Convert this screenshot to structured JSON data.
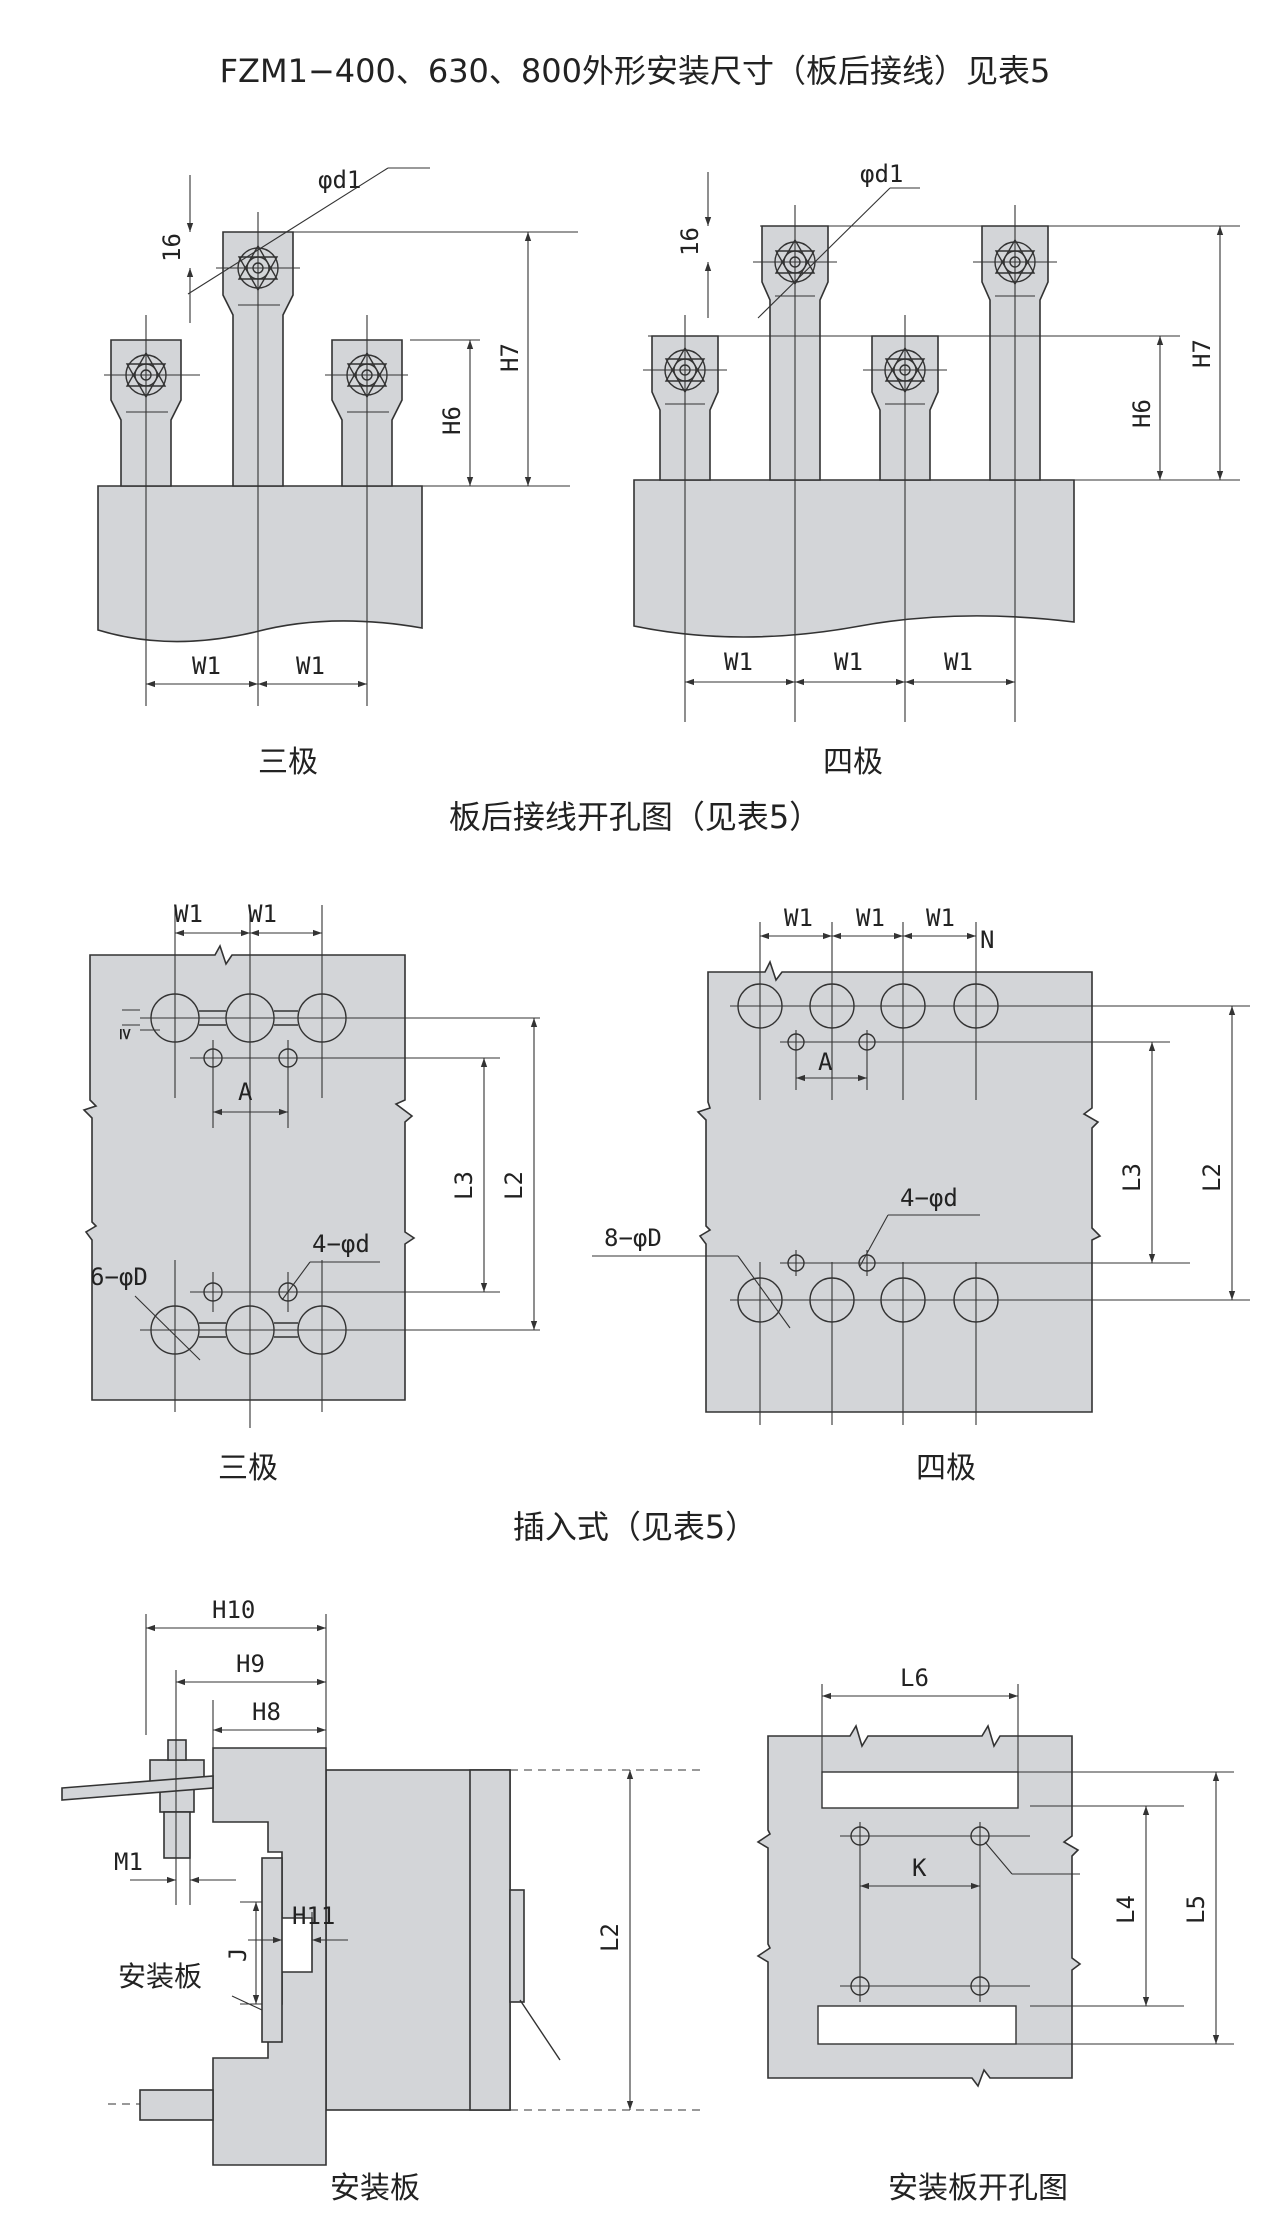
{
  "titles": {
    "main": "FZM1−400、630、800外形安装尺寸（板后接线）见表5",
    "section2": "板后接线开孔图（见表5）",
    "section3": "插入式（见表5）"
  },
  "captions": {
    "three_pole_a": "三极",
    "four_pole_a": "四极",
    "three_pole_b": "三极",
    "four_pole_b": "四极",
    "mount_plate": "安装板",
    "mount_cutout": "安装板开孔图"
  },
  "labels": {
    "phi_d1": "φd1",
    "sixteen": "16",
    "H6": "H6",
    "H7": "H7",
    "W1": "W1",
    "N": "N",
    "A": "A",
    "L2": "L2",
    "L3": "L3",
    "six_phi_D": "6−φD",
    "eight_phi_D": "8−φD",
    "four_phi_d": "4−φd",
    "ge_mark": "≥",
    "H8": "H8",
    "H9": "H9",
    "H10": "H10",
    "H11": "H11",
    "M1": "M1",
    "J": "J",
    "plate": "安装板",
    "L4": "L4",
    "L5": "L5",
    "L6": "L6",
    "K": "K"
  },
  "colors": {
    "body_fill": "#d3d5d8",
    "line": "#333333"
  }
}
